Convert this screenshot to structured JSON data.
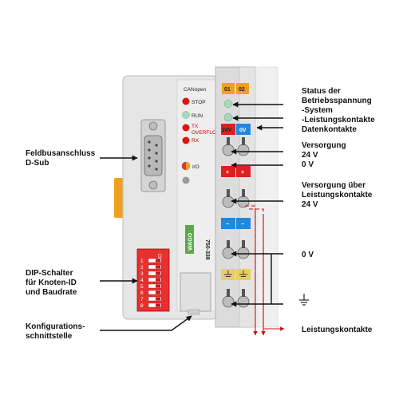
{
  "labels": {
    "feldbus_line1": "Feldbusanschluss",
    "feldbus_line2": "D-Sub",
    "dip_line1": "DIP-Schalter",
    "dip_line2": "für Knoten-ID",
    "dip_line3": "und Baudrate",
    "konfig_line1": "Konfigurations-",
    "konfig_line2": "schnittstelle",
    "status_line1": "Status der",
    "status_line2": "Betriebsspannung",
    "status_line3": "-System",
    "status_line4": "-Leistungskontakte",
    "datenkontakte": "Datenkontakte",
    "versorgung_line1": "Versorgung",
    "versorgung_line2": "24 V",
    "versorgung_line3": "0 V",
    "versorgung_lk_line1": "Versorgung über",
    "versorgung_lk_line2": "Leistungskontakte",
    "versorgung_lk_line3": "24 V",
    "zero_v": "0 V",
    "leistungskontakte": "Leistungskontakte"
  },
  "device": {
    "protocol": "CANopen",
    "led_stop": "STOP",
    "led_run": "RUN",
    "led_tx": "TX",
    "led_overflow": "OVERFLOW",
    "led_rx": "RX",
    "io_label": "I/O",
    "brand": "WAGO",
    "model": "750-338",
    "slot1": "01",
    "slot2": "02",
    "v24": "24V",
    "v0": "0V",
    "plus": "+",
    "minus": "−",
    "dip_on": "ON",
    "dip_numbers": [
      "1",
      "2",
      "3",
      "4",
      "5",
      "6",
      "7",
      "8"
    ]
  },
  "colors": {
    "housing": "#e6e6e6",
    "led_red": "#e01010",
    "led_green": "#a8d8b8",
    "orange": "#f0a020",
    "red_terminal": "#e02020",
    "blue_terminal": "#2288dd",
    "yellow_terminal": "#e8d060",
    "wago_green": "#5aa84a",
    "dip_red": "#e83030"
  }
}
